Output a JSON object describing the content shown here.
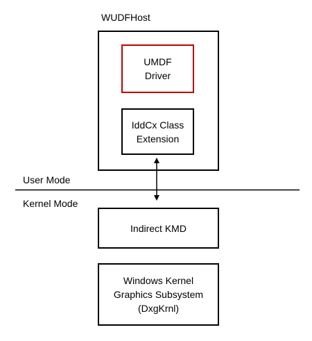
{
  "diagram": {
    "host_label": "WUDFHost",
    "umdf_driver": {
      "line1": "UMDF",
      "line2": "Driver"
    },
    "iddcx": {
      "line1": "IddCx Class",
      "line2": "Extension"
    },
    "user_mode_label": "User Mode",
    "kernel_mode_label": "Kernel Mode",
    "indirect_kmd": {
      "line1": "Indirect KMD"
    },
    "dxgkrnl": {
      "line1": "Windows Kernel",
      "line2": "Graphics Subsystem",
      "line3": "(DxgKrnl)"
    },
    "colors": {
      "border": "#000000",
      "umdf_border": "#c00000",
      "background": "#ffffff"
    }
  }
}
